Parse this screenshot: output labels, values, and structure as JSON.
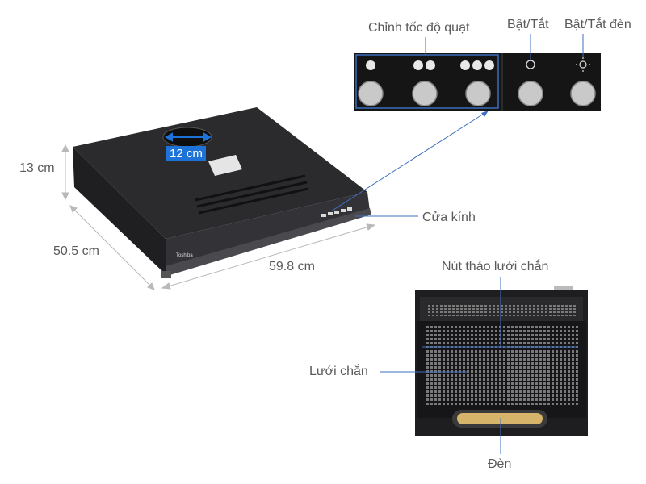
{
  "labels": {
    "fan_speed": "Chỉnh tốc độ quạt",
    "on_off": "Bật/Tắt",
    "light_on_off": "Bật/Tắt đèn",
    "height": "13 cm",
    "depth": "50.5 cm",
    "width": "59.8 cm",
    "duct": "12 cm",
    "glass_door": "Cửa kính",
    "filter_release": "Nút tháo lưới chắn",
    "filter": "Lưới chắn",
    "light": "Đèn"
  },
  "product": {
    "brand_logo": "Toshiba"
  },
  "colors": {
    "accent": "#1e73d8",
    "hood": "#2b2b2e",
    "panel": "#1a1a1a",
    "knob": "#c9c9c9"
  }
}
